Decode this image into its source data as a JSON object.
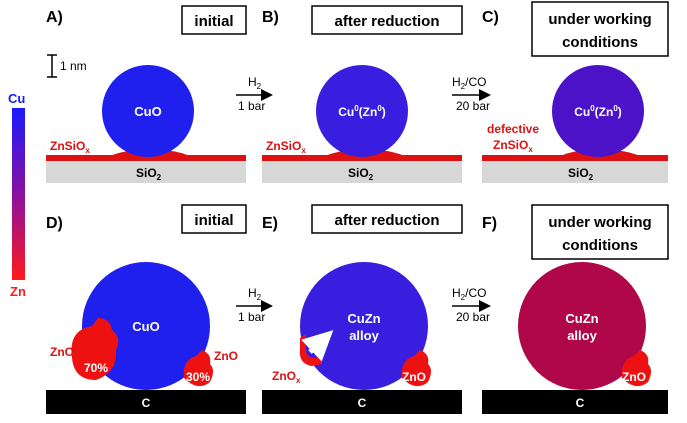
{
  "panels": {
    "A": {
      "letter": "A)",
      "title": "initial",
      "particle": "CuO",
      "support_label": "ZnSiO",
      "support_sub": "x",
      "substrate": "SiO",
      "substrate_sub": "2"
    },
    "B": {
      "letter": "B)",
      "title": "after reduction",
      "particle_main": "Cu",
      "particle_sup1": "0",
      "particle_mid": "(Zn",
      "particle_sup2": "0",
      "particle_end": ")",
      "support_label": "ZnSiO",
      "support_sub": "x",
      "substrate": "SiO",
      "substrate_sub": "2"
    },
    "C": {
      "letter": "C)",
      "title_line1": "under working",
      "title_line2": "conditions",
      "particle_main": "Cu",
      "particle_sup1": "0",
      "particle_mid": "(Zn",
      "particle_sup2": "0",
      "particle_end": ")",
      "support_line1": "defective",
      "support_line2": "ZnSiO",
      "support_sub": "x",
      "substrate": "SiO",
      "substrate_sub": "2"
    },
    "D": {
      "letter": "D)",
      "title": "initial",
      "particle": "CuO",
      "zno_left": "ZnO",
      "zno_left_pct": "70%",
      "zno_right": "ZnO",
      "zno_right_pct": "30%",
      "substrate": "C"
    },
    "E": {
      "letter": "E)",
      "title": "after reduction",
      "particle_line1": "CuZn",
      "particle_line2": "alloy",
      "znox_label": "ZnO",
      "znox_sub": "x",
      "zno_label": "ZnO",
      "substrate": "C"
    },
    "F": {
      "letter": "F)",
      "title_line1": "under working",
      "title_line2": "conditions",
      "particle_line1": "CuZn",
      "particle_line2": "alloy",
      "zno_label": "ZnO",
      "substrate": "C"
    }
  },
  "arrows": {
    "top_1": {
      "gas": "H",
      "gas_sub": "2",
      "pressure": "1 bar"
    },
    "top_2": {
      "gas_a": "H",
      "gas_a_sub": "2",
      "gas_b": "/CO",
      "pressure": "20 bar"
    },
    "bottom_1": {
      "gas": "H",
      "gas_sub": "2",
      "pressure": "1 bar"
    },
    "bottom_2": {
      "gas_a": "H",
      "gas_a_sub": "2",
      "gas_b": "/CO",
      "pressure": "20 bar"
    }
  },
  "scale_bar": {
    "label": "1 nm"
  },
  "color_scale": {
    "top_label": "Cu",
    "bottom_label": "Zn",
    "top_color": "#1a1aff",
    "bottom_color": "#ff1a1a"
  },
  "colors": {
    "cu": "#1f1fee",
    "cu_zn_slight": "#3a1ee0",
    "cu_zn_more": "#4b12c8",
    "alloy_f": "#b0064a",
    "zn": "#ee1111",
    "support_red": "#dd1111",
    "silica": "#d7d7d7",
    "carbon": "#000000"
  }
}
